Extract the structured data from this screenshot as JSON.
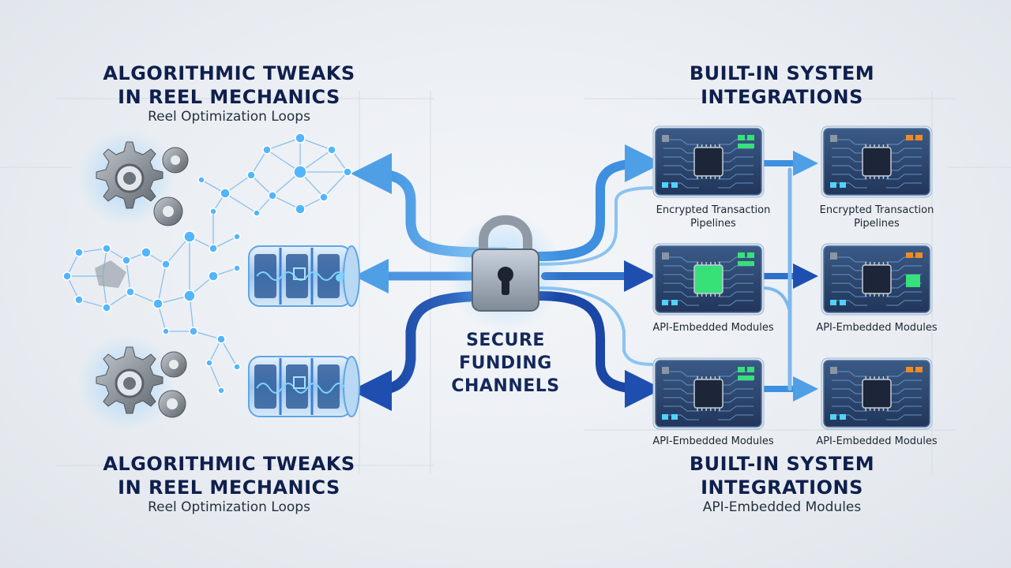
{
  "left": {
    "top_title_line1": "ALGORITHMIC TWEAKS",
    "top_title_line2": "IN REEL MECHANICS",
    "top_subtitle": "Reel Optimization Loops",
    "bottom_title_line1": "ALGORITHMIC TWEAKS",
    "bottom_title_line2": "IN REEL MECHANICS",
    "bottom_subtitle": "Reel Optimization Loops"
  },
  "center": {
    "line1": "SECURE",
    "line2": "FUNDING",
    "line3": "CHANNELS",
    "icon": "padlock-icon"
  },
  "right": {
    "top_title_line1": "BUILT-IN SYSTEM",
    "top_title_line2": "INTEGRATIONS",
    "bottom_title_line1": "BUILT-IN SYSTEM",
    "bottom_title_line2": "INTEGRATIONS",
    "bottom_subtitle": "API-Embedded Modules",
    "modules": [
      {
        "caption_line1": "Encrypted Transaction",
        "caption_line2": "Pipelines"
      },
      {
        "caption_line1": "Encrypted Transaction",
        "caption_line2": "Pipelines"
      },
      {
        "caption_line1": "API-Embedded Modules",
        "caption_line2": ""
      },
      {
        "caption_line1": "API-Embedded Modules",
        "caption_line2": ""
      },
      {
        "caption_line1": "API-Embedded Modules",
        "caption_line2": ""
      },
      {
        "caption_line1": "API-Embedded Modules",
        "caption_line2": ""
      }
    ]
  },
  "colors": {
    "navy": "#0f1f4d",
    "arrow_light": "#5fb0f0",
    "arrow_dark": "#1e56b8",
    "node": "#4fb3ff",
    "gear": "#8f969e",
    "chip_board": "#2a3f63",
    "chip_green": "#38e07a",
    "chip_orange": "#f08a24"
  }
}
